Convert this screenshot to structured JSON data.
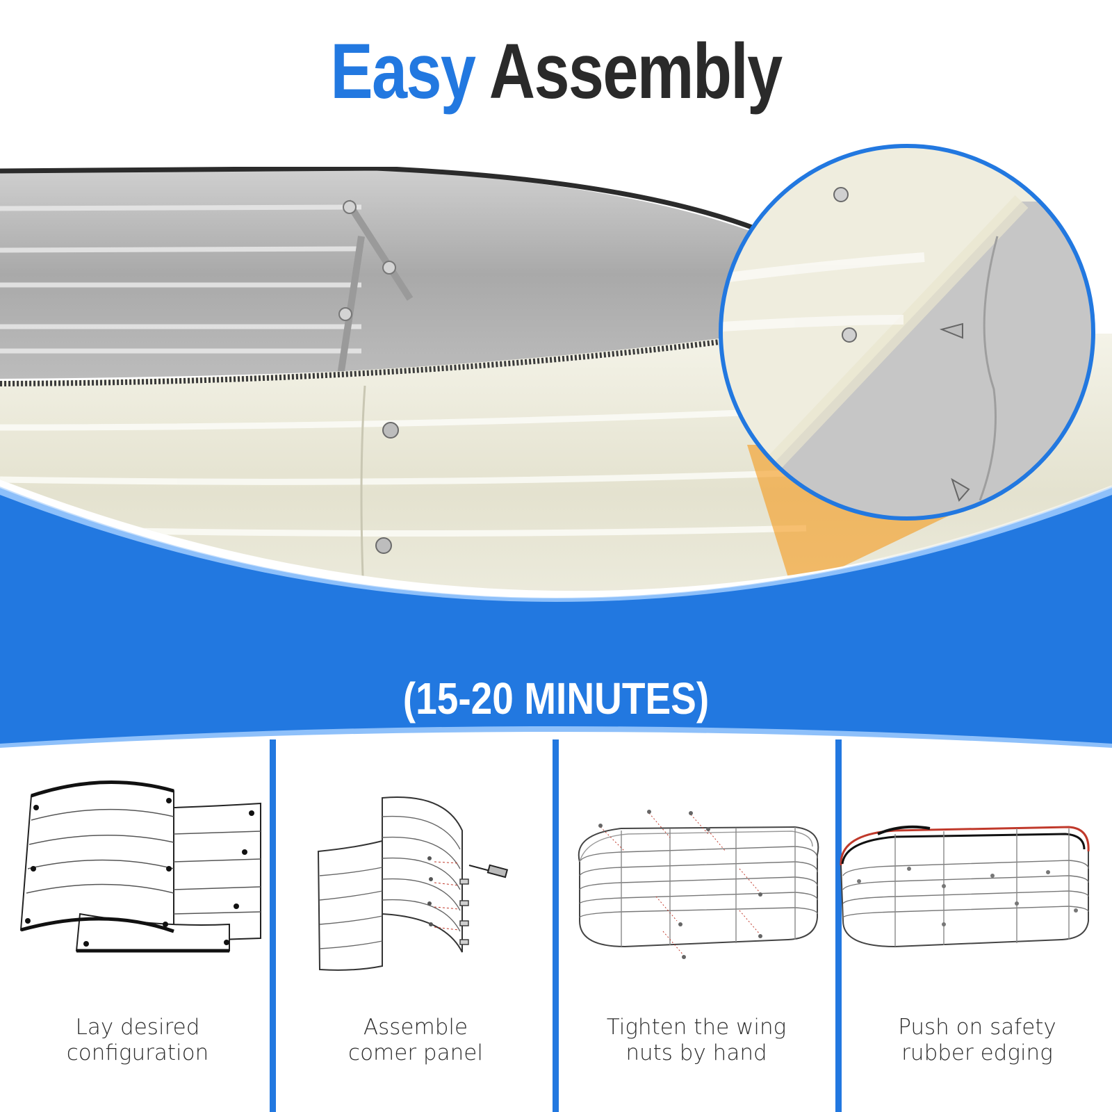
{
  "header": {
    "title_accent": "Easy",
    "title_main": "Assembly",
    "accent_color": "#2278e0"
  },
  "duration_label": "(15-20 MINUTES)",
  "steps": [
    {
      "label_line1": "Lay desired",
      "label_line2": "configuration"
    },
    {
      "label_line1": "Assemble",
      "label_line2": "comer panel"
    },
    {
      "label_line1": "Tighten the wing",
      "label_line2": "nuts by hand"
    },
    {
      "label_line1": "Push on safety",
      "label_line2": "rubber edging"
    }
  ],
  "colors": {
    "brand_blue": "#2278e0",
    "light_blue": "#8ec0fa",
    "highlight_orange": "#f59a1a",
    "panel_cream": "#ecebdc",
    "panel_silver": "#b8b8b8"
  }
}
